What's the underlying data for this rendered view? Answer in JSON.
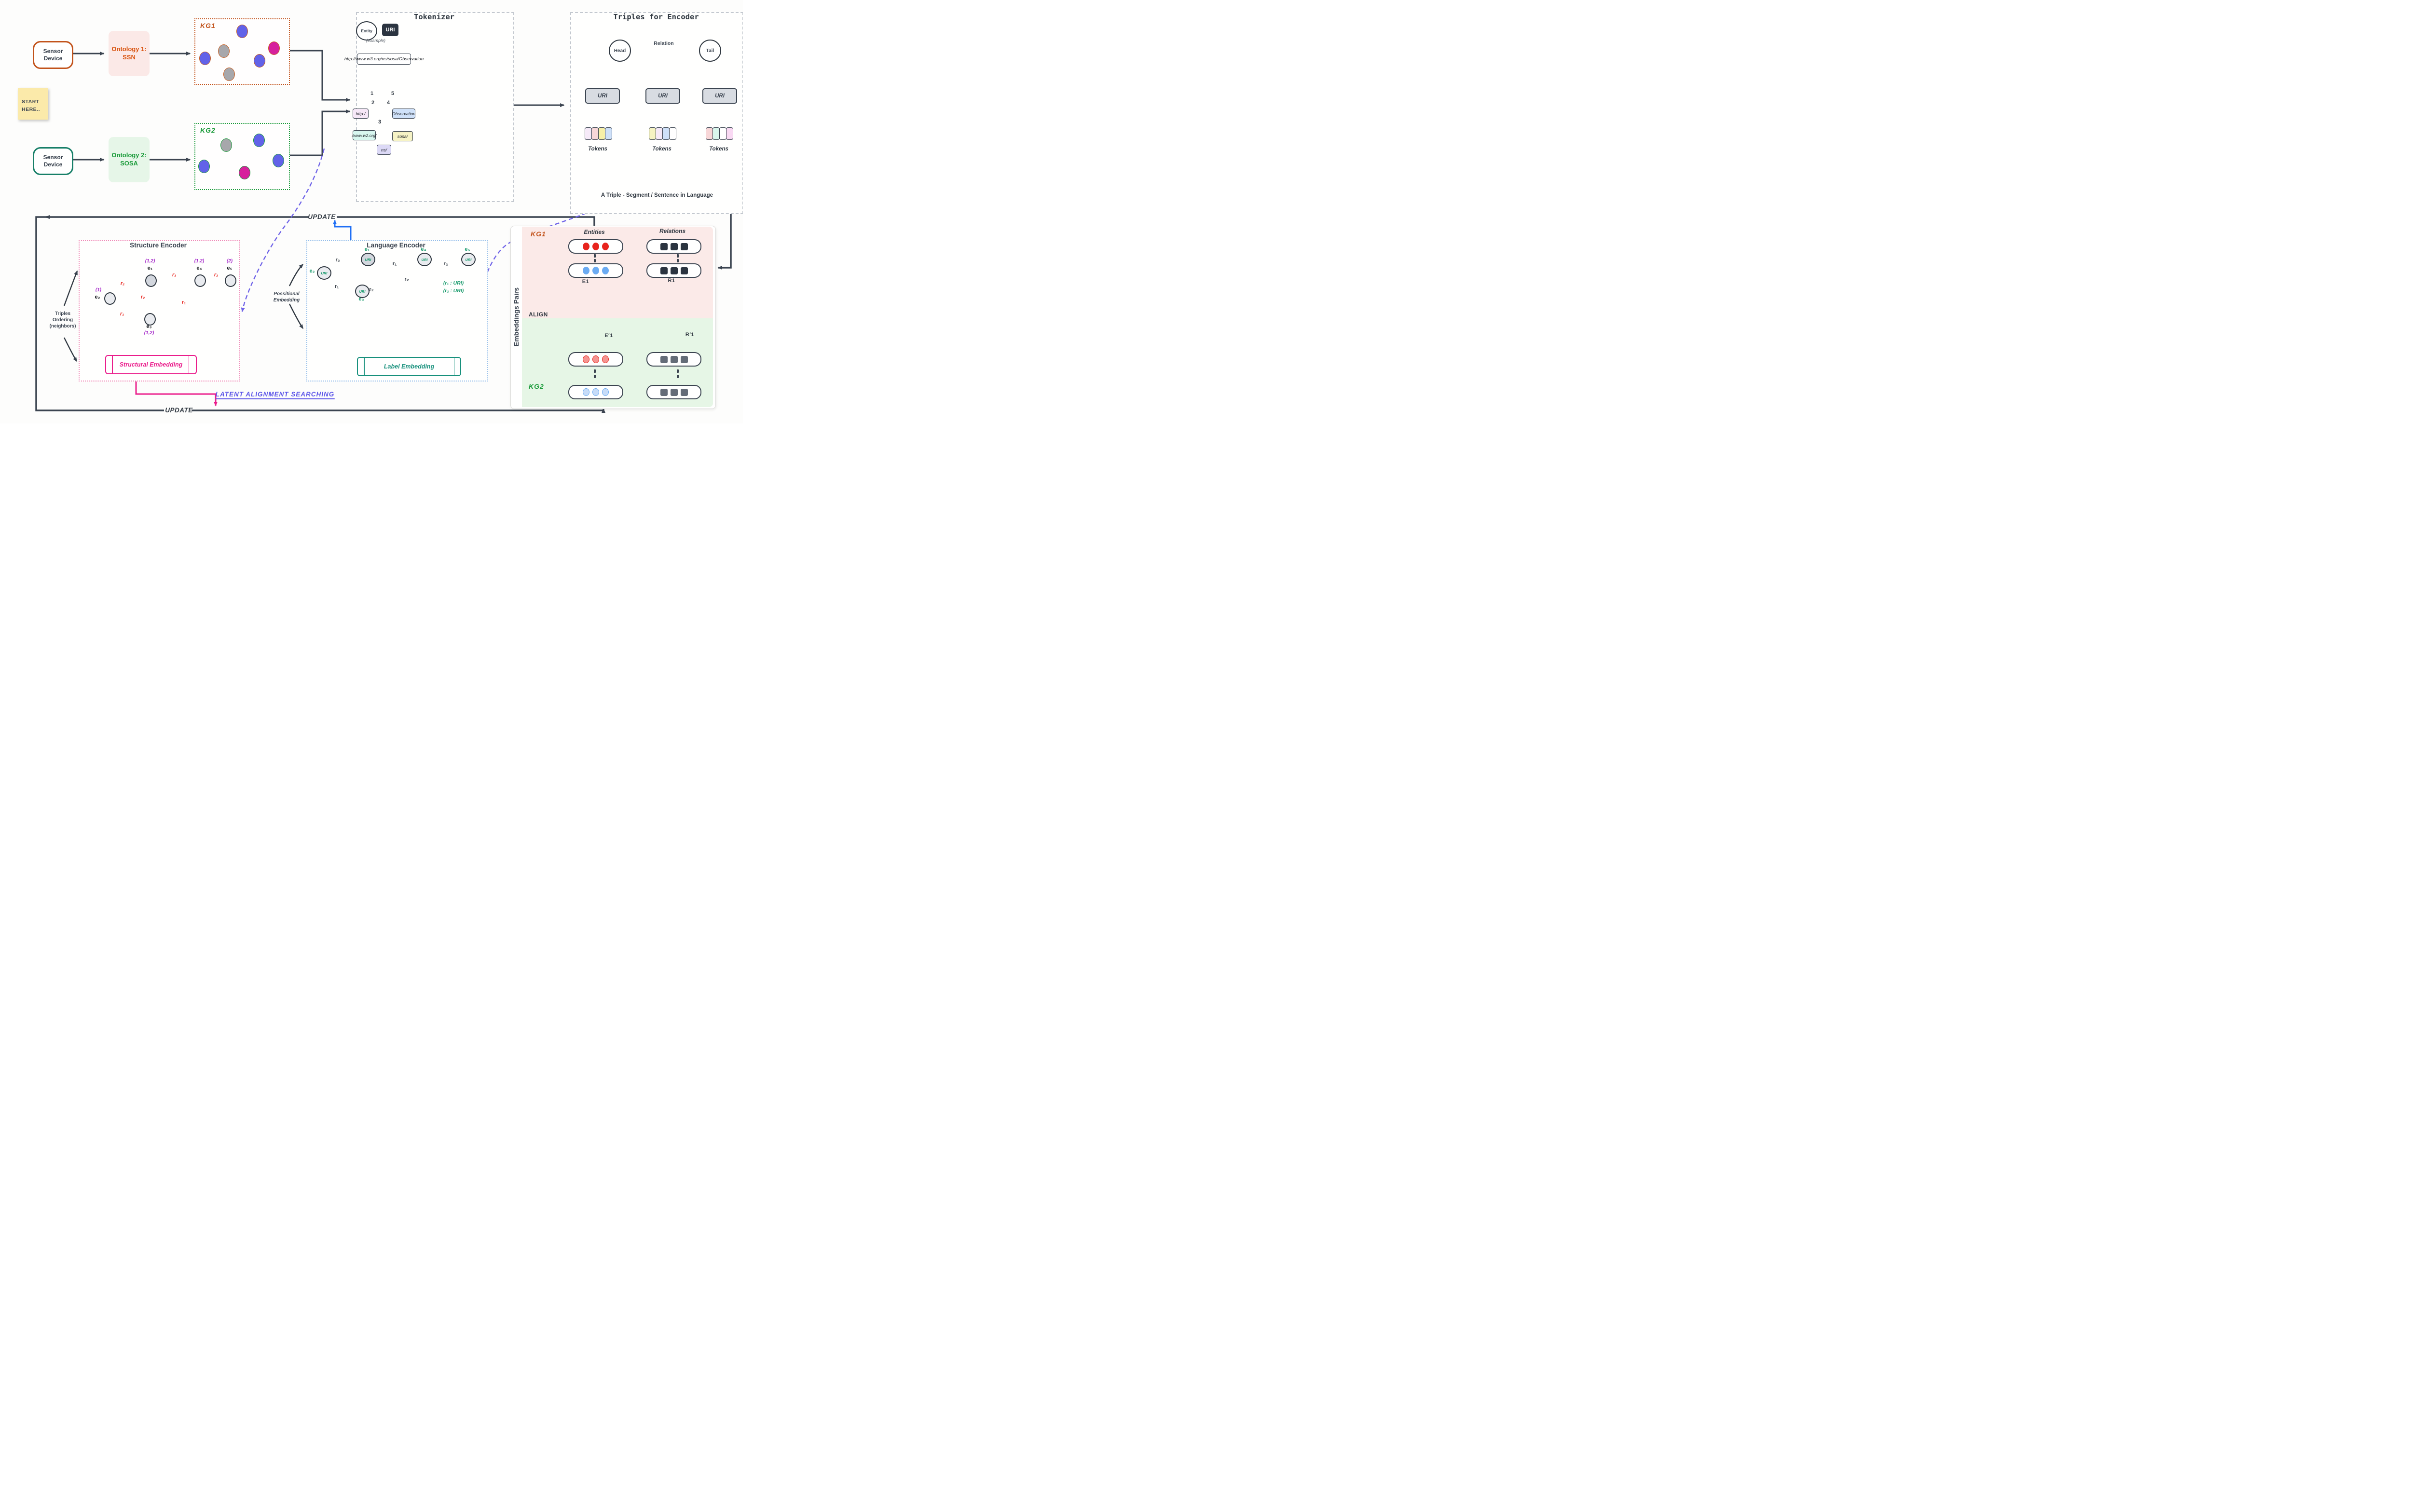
{
  "colors": {
    "accent_orange": "#c75b1d",
    "accent_green": "#169a37",
    "magenta": "#ea1e8c",
    "teal": "#17907c",
    "violet": "#6f63e8",
    "blue": "#1f6ff5",
    "dark": "#3b4450"
  },
  "top": {
    "sensor1_line1": "Sensor",
    "sensor1_line2": "Device",
    "sensor2_line1": "Sensor",
    "sensor2_line2": "Device",
    "ontology1_line1": "Ontology 1:",
    "ontology1_line2": "SSN",
    "ontology2_line1": "Ontology 2:",
    "ontology2_line2": "SOSA",
    "kg1": "KG1",
    "kg2": "KG2"
  },
  "note": {
    "line1": "START",
    "line2": "HERE.."
  },
  "tokenizer": {
    "title": "Tokenizer",
    "entity": "Entity",
    "uri": "URI",
    "example": "(example)",
    "url": "http://www.w3.org/ns/sosa/Observation",
    "b1": "1",
    "b2": "2",
    "b3": "3",
    "b4": "4",
    "b5": "5",
    "t_http": "http:/",
    "t_www": "/www.w2.org/",
    "t_ns": "ns/",
    "t_sosa": "sosa/",
    "t_obs": "Observation"
  },
  "triples": {
    "title": "Triples for Encoder",
    "head": "Head",
    "relation": "Relation",
    "tail": "Tail",
    "uri": "URI",
    "tokens": "Tokens",
    "caption": "A Triple - Segment / Sentence in Language"
  },
  "update": {
    "top": "UPDATE",
    "bottom": "UPDATE"
  },
  "structure": {
    "title": "Structure Encoder",
    "side1": "Triples",
    "side2": "Ordering",
    "side3": "(neighbors)",
    "e1": "e₁",
    "e2": "e₂",
    "e3": "e₃",
    "e4": "e₄",
    "e5": "e₅",
    "ann_e1": "(1,2)",
    "ann_e2": "(1)",
    "ann_e3": "(1,2)",
    "ann_e4": "(1,2)",
    "ann_e5": "(2)",
    "r_e2e1": "r₂",
    "r_e1e4": "r₁",
    "r_e4e5": "r₂",
    "r_e1e3": "r₂",
    "r_e4e3": "r₁",
    "r_e3e2": "r₁",
    "box": "Structural Embedding"
  },
  "language": {
    "title": "Language Encoder",
    "side1": "Possitional",
    "side2": "Embedding",
    "uri": "URI",
    "e1": "e₁",
    "e2": "e₂",
    "e3": "e₃",
    "e4": "e₄",
    "e5": "e₅",
    "r_e2e1": "r₂",
    "r_e1e4": "r₁",
    "r_e4e5": "r₂",
    "r_e4e3": "r₂",
    "r_e3e2": "r₁",
    "r_e3": "r₂",
    "legend1": "(r₁ : URI)",
    "legend2": "(r₂ : URI)",
    "box": "Label Embedding"
  },
  "latent": "LATENT ALIGNMENT SEARCHING",
  "panel": {
    "side": "Embeddings Pairs",
    "kg1": "KG1",
    "kg2": "KG2",
    "entities": "Entities",
    "relations": "Relations",
    "align": "ALIGN",
    "e1": "E1",
    "r1": "R1",
    "e1p": "E′1",
    "r1p": "R′1"
  }
}
